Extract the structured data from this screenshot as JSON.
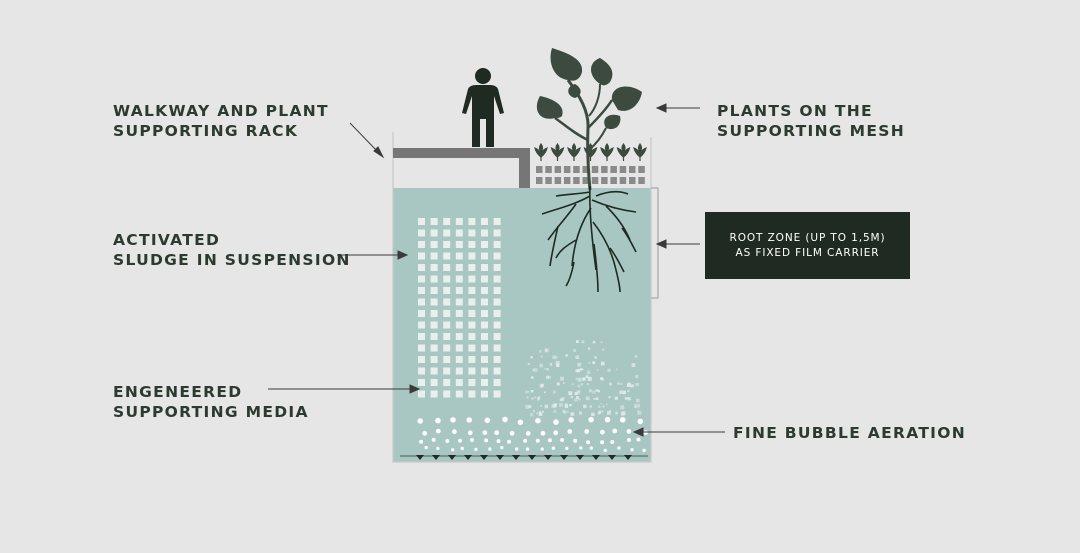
{
  "labels": {
    "walkway": [
      "WALKWAY AND PLANT",
      "SUPPORTING RACK"
    ],
    "plants": [
      "PLANTS ON THE",
      "SUPPORTING MESH"
    ],
    "sludge": [
      "ACTIVATED",
      "SLUDGE IN SUSPENSION"
    ],
    "root_zone": [
      "ROOT ZONE (UP TO 1,5M)",
      "AS FIXED FILM CARRIER"
    ],
    "media": [
      "ENGENEERED",
      "SUPPORTING MEDIA"
    ],
    "aeration": [
      "FINE BUBBLE AERATION"
    ]
  },
  "colors": {
    "background": "#e6e6e6",
    "water": "#a9c7c2",
    "text": "#2c3a30",
    "dark_green": "#1f2b22",
    "leaf": "#3c4a3f",
    "rack": "#767676",
    "media_square": "#e9efed",
    "bubble": "#ffffff"
  },
  "icons": [
    "person-icon",
    "plant-icon",
    "root-icon",
    "diffuser-icon"
  ]
}
